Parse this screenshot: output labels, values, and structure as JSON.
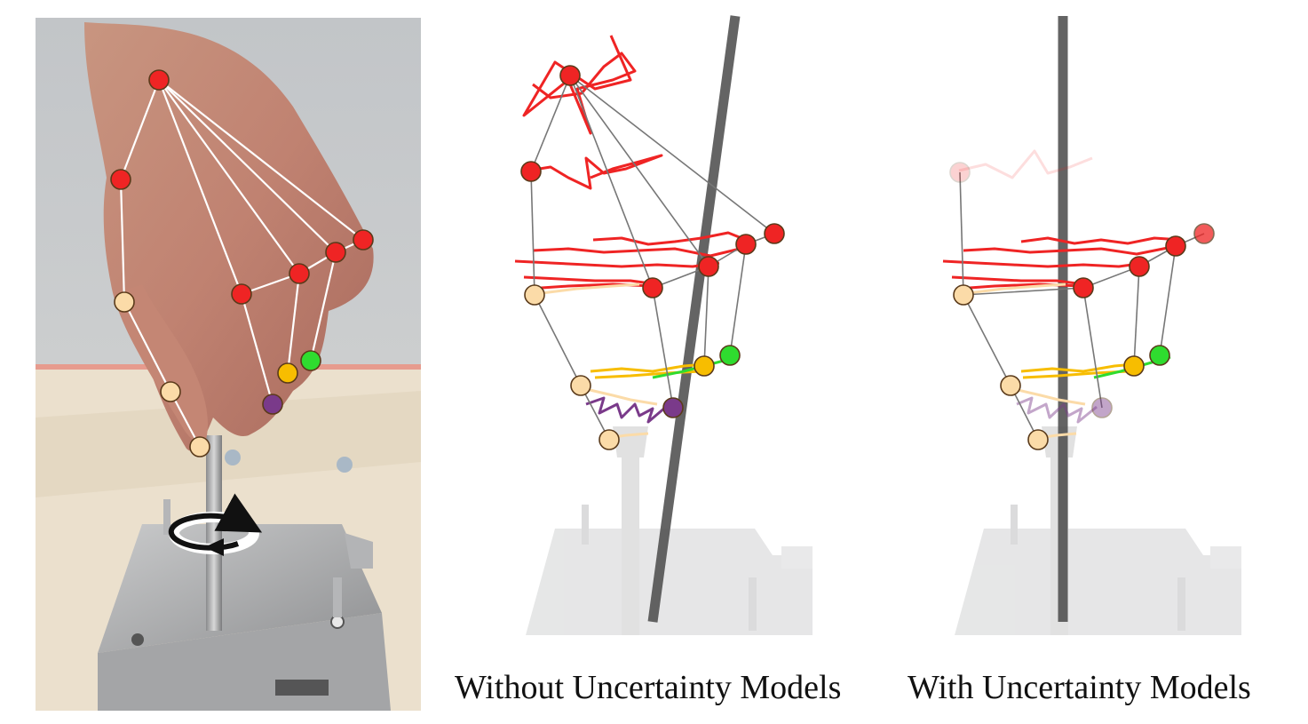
{
  "captions": {
    "without": "Without Uncertainty Models",
    "with": "With Uncertainty Models"
  },
  "colors": {
    "wrist_red": "#ef2424",
    "light_orange": "#fbdba8",
    "gold": "#f7bd00",
    "green": "#2fdc2f",
    "purple": "#7a3a8a",
    "bone_line_photo": "#ffffff",
    "bone_line_plot": "#777777",
    "axis_bar": "#4a4a4a"
  },
  "panels": [
    {
      "id": "photo",
      "kind": "photograph-with-hand-skeleton",
      "has_rotation_icon": true
    },
    {
      "id": "without",
      "kind": "skeleton-trajectories",
      "axis_tilted": true
    },
    {
      "id": "with",
      "kind": "skeleton-trajectories",
      "axis_tilted": false
    }
  ]
}
